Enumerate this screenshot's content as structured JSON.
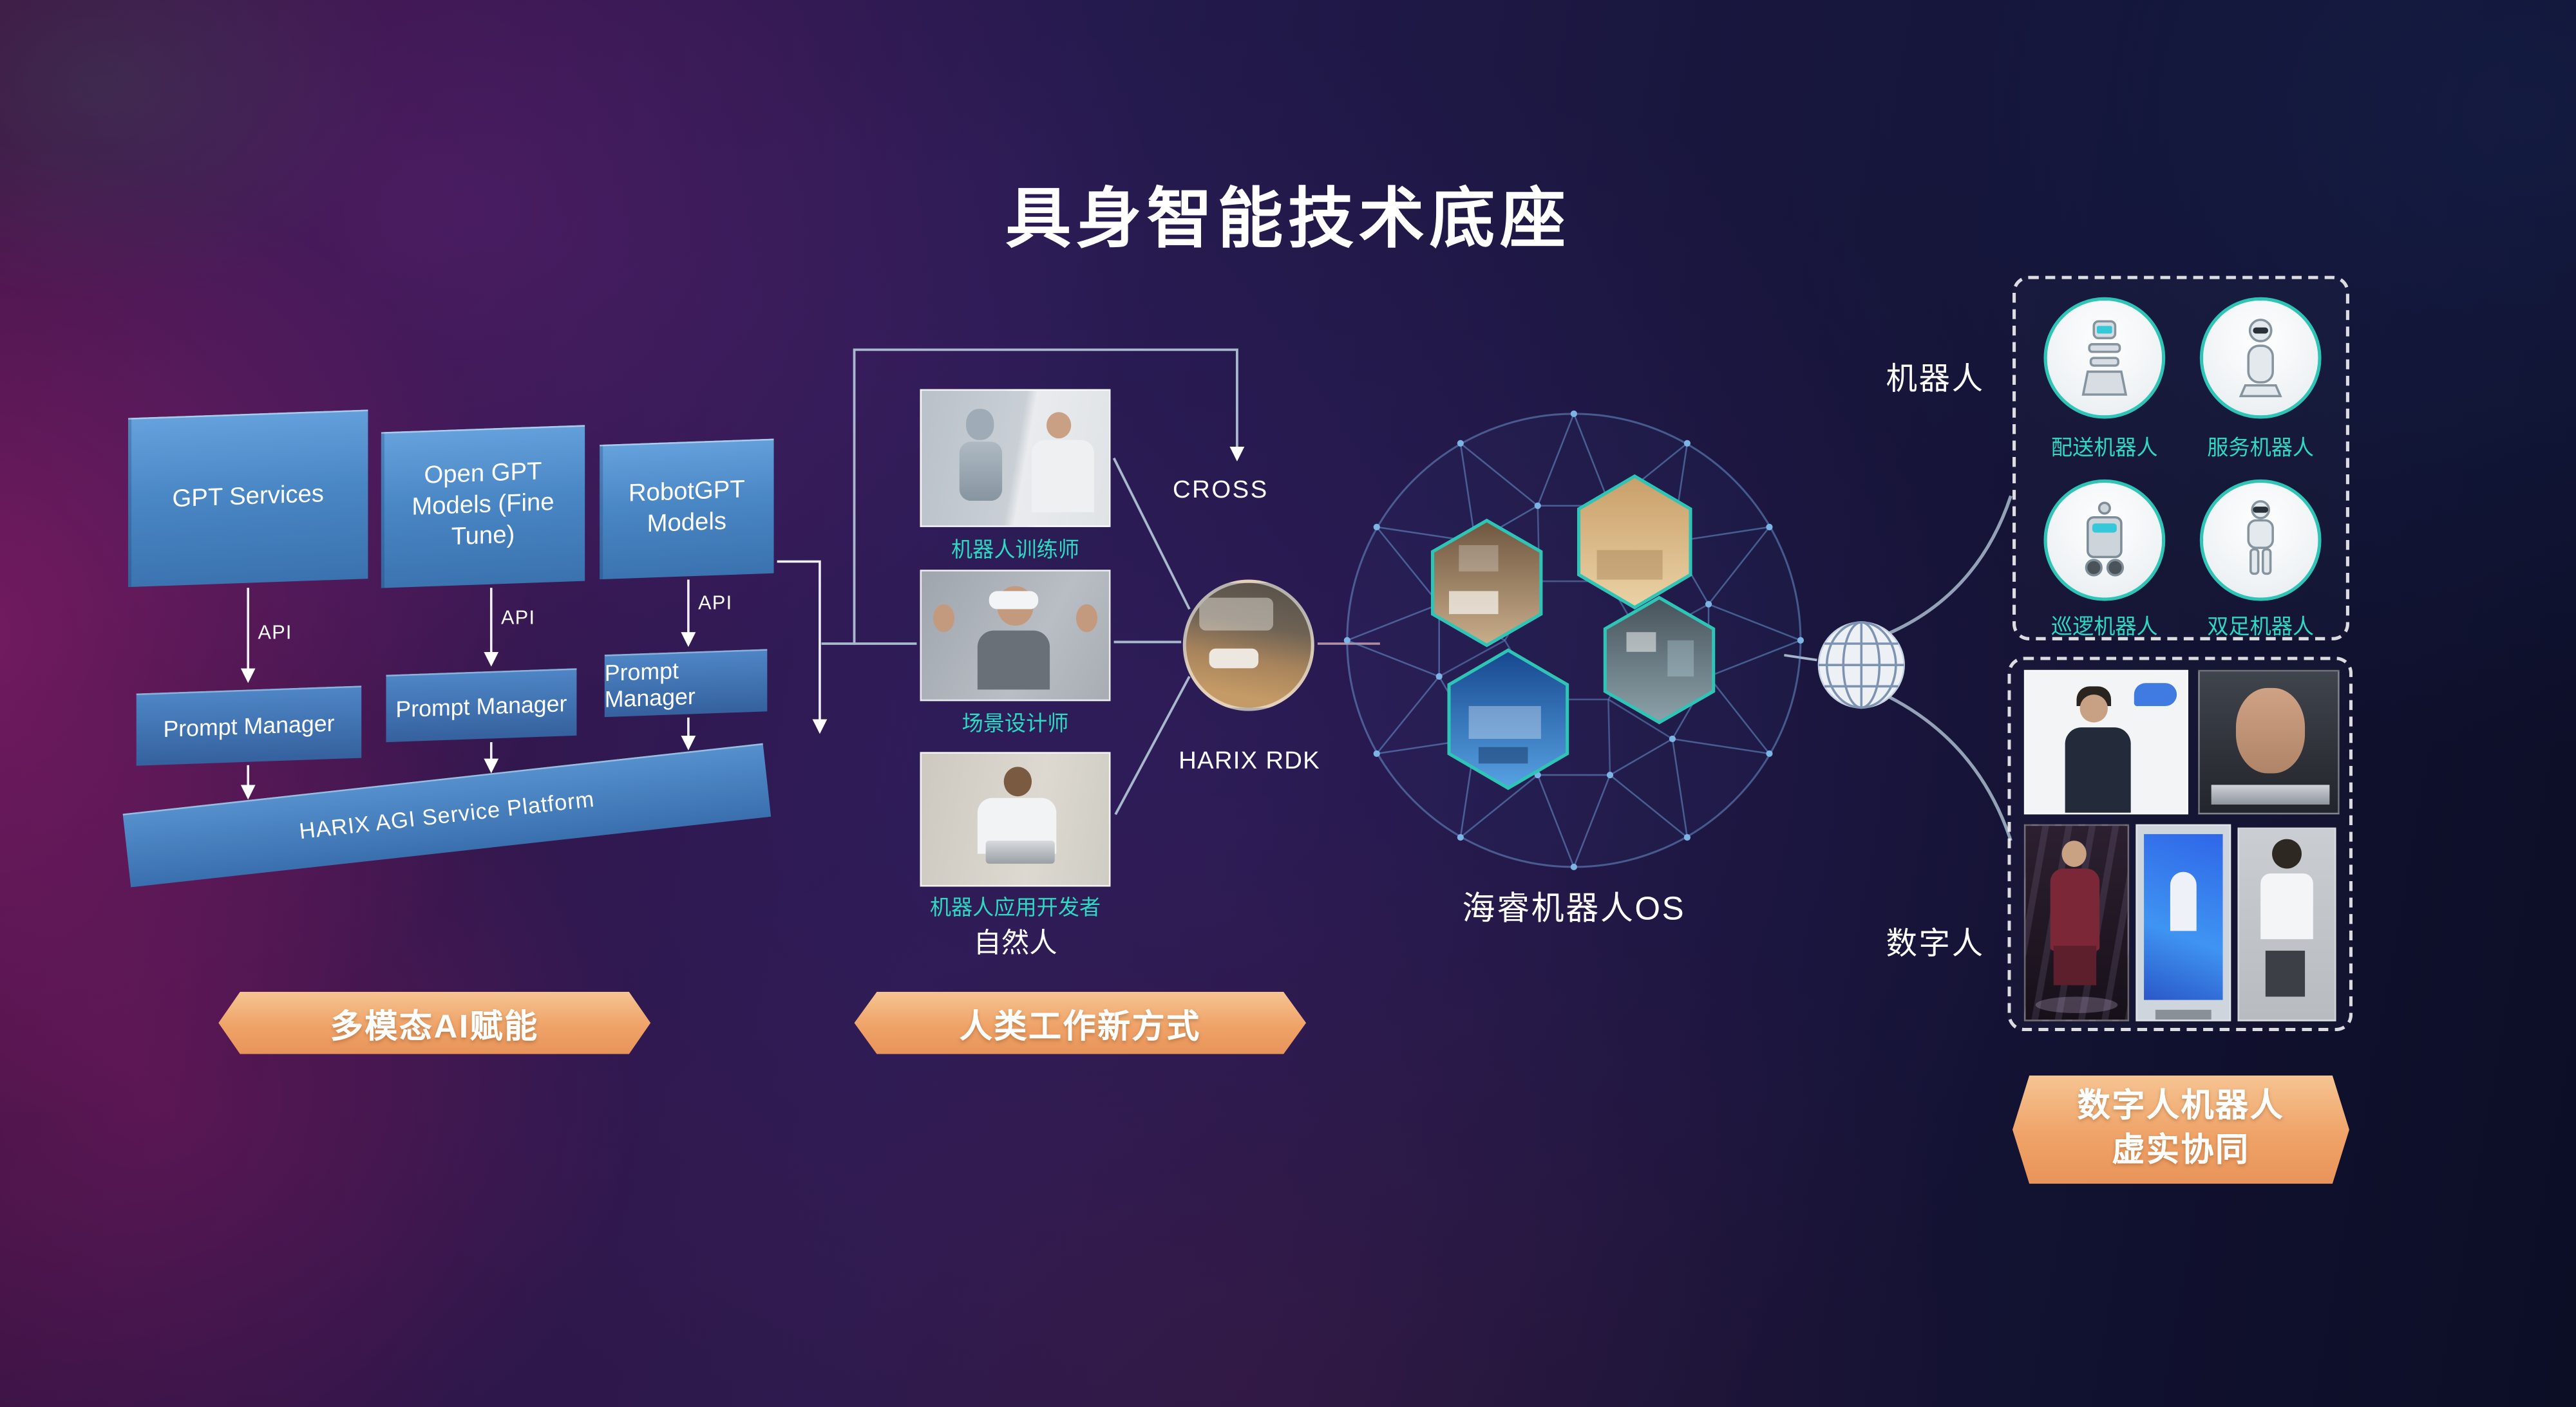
{
  "title": "具身智能技术底座",
  "ai": {
    "boxes": [
      "GPT Services",
      "Open GPT Models (Fine Tune)",
      "RobotGPT Models"
    ],
    "api": "API",
    "prompt_manager": "Prompt Manager",
    "platform": "HARIX AGI Service Platform",
    "banner": "多模态AI赋能"
  },
  "human": {
    "roles": [
      "机器人训练师",
      "场景设计师",
      "机器人应用开发者"
    ],
    "group": "自然人",
    "cross": "CROSS",
    "rdk": "HARIX RDK",
    "banner": "人类工作新方式"
  },
  "os": {
    "label": "海睿机器人OS"
  },
  "robots": {
    "group": "机器人",
    "items": [
      "配送机器人",
      "服务机器人",
      "巡逻机器人",
      "双足机器人"
    ]
  },
  "digital": {
    "group": "数字人",
    "banner_line1": "数字人机器人",
    "banner_line2": "虚实协同"
  },
  "colors": {
    "accent_teal": "#2ed8c3",
    "banner_orange": "#efa368",
    "box_blue": "#4a87c5"
  }
}
